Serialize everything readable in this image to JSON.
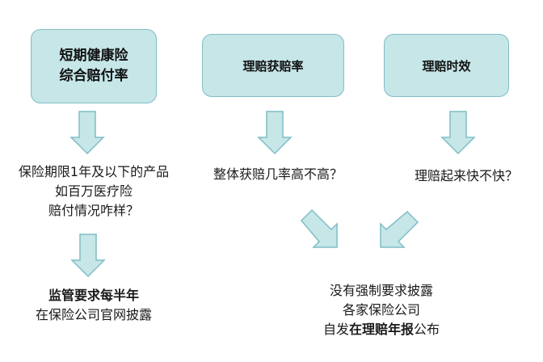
{
  "boxes": {
    "short_term": {
      "line1": "短期健康险",
      "line2": "综合赔付率"
    },
    "claim_rate": {
      "label": "理赔获赔率"
    },
    "claim_speed": {
      "label": "理赔时效"
    }
  },
  "notes": {
    "short_term_question": {
      "line1": "保险期限1年及以下的产品",
      "line2": "如百万医疗险",
      "line3": "赔付情况咋样？"
    },
    "claim_rate_question": "整体获赔几率高不高？",
    "claim_speed_question": "理赔起来快不快？",
    "regulation_left": {
      "line1": "监管要求每半年",
      "line2": "在保险公司官网披露"
    },
    "regulation_right": {
      "line1": "没有强制要求披露",
      "line2": "各家保险公司",
      "line3_prefix": "自发",
      "line3_bold": "在理赔年报",
      "line3_suffix": "公布"
    }
  },
  "colors": {
    "box_fill": "#c6e6e8",
    "box_border": "#7fbec4",
    "arrow_fill": "#c6e6e8",
    "arrow_border": "#7fbec4"
  }
}
